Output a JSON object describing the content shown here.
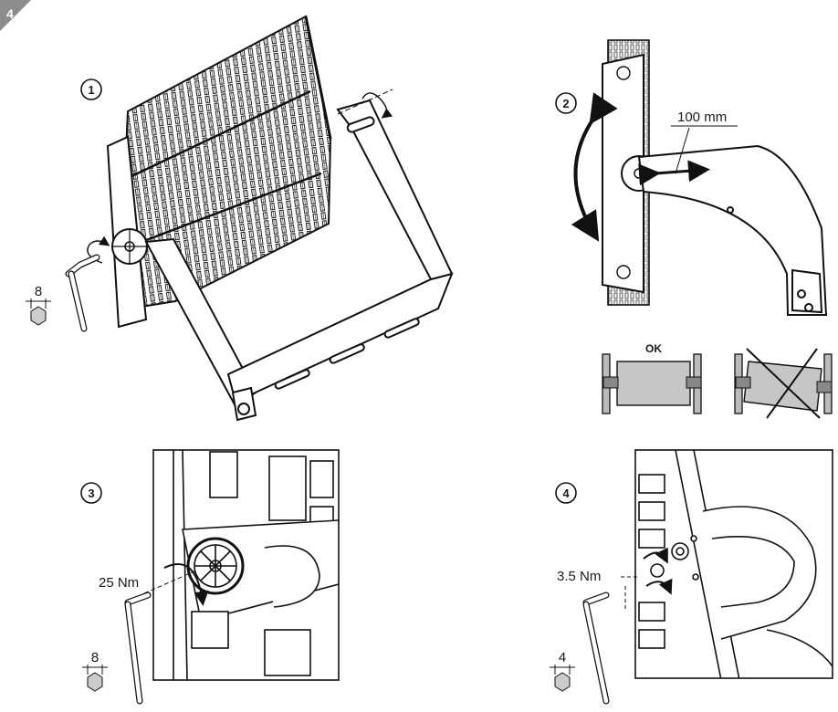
{
  "page_badge": "4",
  "steps": {
    "s1": {
      "number": "1",
      "hex_key_size": "8"
    },
    "s2": {
      "number": "2",
      "distance": "100 mm",
      "ok_label": "OK"
    },
    "s3": {
      "number": "3",
      "torque": "25 Nm",
      "hex_key_size": "8"
    },
    "s4": {
      "number": "4",
      "torque": "3.5 Nm",
      "hex_key_size": "4"
    }
  }
}
